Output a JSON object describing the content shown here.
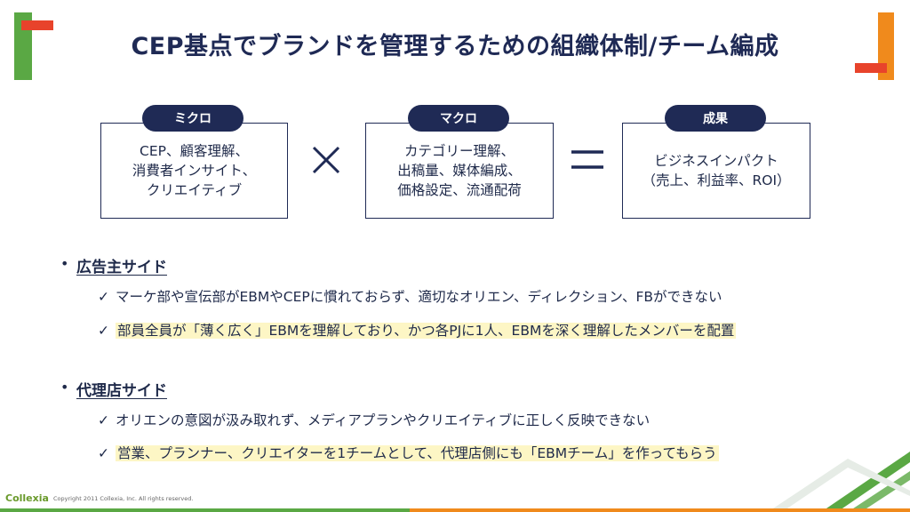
{
  "title": "CEP基点でブランドを管理するための組織体制/チーム編成",
  "colors": {
    "navy": "#1f2a55",
    "green": "#5aa844",
    "red": "#e8432b",
    "orange": "#f08a1c",
    "highlight": "#fdf6c5"
  },
  "boxes": [
    {
      "label": "ミクロ",
      "lines": [
        "CEP、顧客理解、",
        "消費者インサイト、",
        "クリエイティブ"
      ]
    },
    {
      "label": "マクロ",
      "lines": [
        "カテゴリー理解、",
        "出稿量、媒体編成、",
        "価格設定、流通配荷"
      ]
    },
    {
      "label": "成果",
      "lines": [
        "ビジネスインパクト",
        "（売上、利益率、ROI）"
      ]
    }
  ],
  "sections": [
    {
      "title": "広告主サイド",
      "items": [
        {
          "text": "マーケ部や宣伝部がEBMやCEPに慣れておらず、適切なオリエン、ディレクション、FBができない",
          "highlight": false
        },
        {
          "text": "部員全員が「薄く広く」EBMを理解しており、かつ各PJに1人、EBMを深く理解したメンバーを配置",
          "highlight": true
        }
      ]
    },
    {
      "title": "代理店サイド",
      "items": [
        {
          "text": "オリエンの意図が汲み取れず、メディアプランやクリエイティブに正しく反映できない",
          "highlight": false
        },
        {
          "text": "営業、プランナー、クリエイターを1チームとして、代理店側にも「EBMチーム」を作ってもらう",
          "highlight": true
        }
      ]
    }
  ],
  "bullet": "•",
  "check": "✓",
  "footer": {
    "logo": "Collexia",
    "copyright": "Copyright 2011 Collexia, Inc. All rights reserved."
  }
}
